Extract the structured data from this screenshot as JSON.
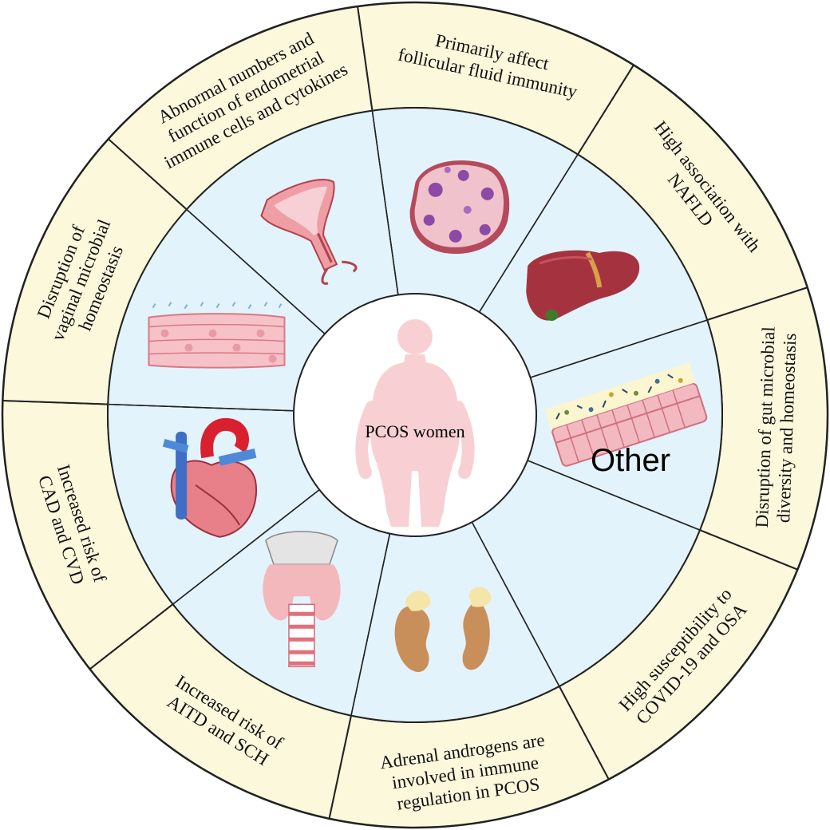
{
  "center": {
    "label": "PCOS women"
  },
  "other_label": "Other",
  "colors": {
    "outer_ring": "#fbf8dc",
    "inner_ring": "#e3f3fb",
    "center": "#ffffff",
    "stroke": "#222222",
    "silhouette": "#f8d0d4"
  },
  "segments": [
    {
      "id": "follicular",
      "lines": [
        "Primarily affect",
        "follicular fluid immunity"
      ],
      "icon": "ovary-follicle-icon"
    },
    {
      "id": "nafld",
      "lines": [
        "High association with",
        "NAFLD"
      ],
      "icon": "liver-icon"
    },
    {
      "id": "gut",
      "lines": [
        "Disruption of gut microbial",
        "diversity and homeostasis"
      ],
      "icon": "intestinal-epithelium-icon"
    },
    {
      "id": "covid",
      "lines": [
        "High susceptibility to",
        "COVID-19 and OSA"
      ],
      "icon": ""
    },
    {
      "id": "adrenal",
      "lines": [
        "Adrenal androgens are",
        "involved in immune",
        "regulation in  PCOS"
      ],
      "icon": "adrenal-kidney-icon"
    },
    {
      "id": "aitd",
      "lines": [
        "Increased risk of",
        "AITD and SCH"
      ],
      "icon": "thyroid-icon"
    },
    {
      "id": "cad",
      "lines": [
        "Increased risk of",
        "CAD and CVD"
      ],
      "icon": "heart-icon"
    },
    {
      "id": "vaginal",
      "lines": [
        "Disruption of",
        "vaginal microbial",
        "homeostasis"
      ],
      "icon": "vaginal-epithelium-icon"
    },
    {
      "id": "endometrial",
      "lines": [
        "Abnormal numbers and",
        "function of endometrial",
        "immune cells and cytokines"
      ],
      "icon": "uterus-icon"
    }
  ]
}
